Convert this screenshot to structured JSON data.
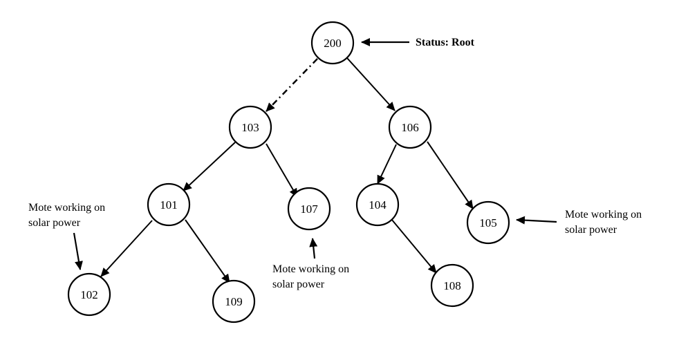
{
  "nodes": {
    "n200": "200",
    "n103": "103",
    "n106": "106",
    "n101": "101",
    "n107": "107",
    "n104": "104",
    "n105": "105",
    "n102": "102",
    "n109": "109",
    "n108": "108"
  },
  "edges": [
    {
      "from": "200",
      "to": "103",
      "style": "dash-dot"
    },
    {
      "from": "200",
      "to": "106",
      "style": "solid"
    },
    {
      "from": "103",
      "to": "101",
      "style": "solid"
    },
    {
      "from": "103",
      "to": "107",
      "style": "solid"
    },
    {
      "from": "106",
      "to": "104",
      "style": "solid"
    },
    {
      "from": "106",
      "to": "105",
      "style": "solid"
    },
    {
      "from": "101",
      "to": "102",
      "style": "solid"
    },
    {
      "from": "101",
      "to": "109",
      "style": "solid"
    },
    {
      "from": "104",
      "to": "108",
      "style": "solid"
    }
  ],
  "annotations": {
    "status_root": "Status: Root",
    "mote_102_line1": "Mote working on",
    "mote_102_line2": "solar power",
    "mote_107_line1": "Mote working on",
    "mote_107_line2": "solar power",
    "mote_105_line1": "Mote working on",
    "mote_105_line2": "solar power"
  },
  "colors": {
    "stroke": "#000000",
    "background": "#ffffff"
  }
}
